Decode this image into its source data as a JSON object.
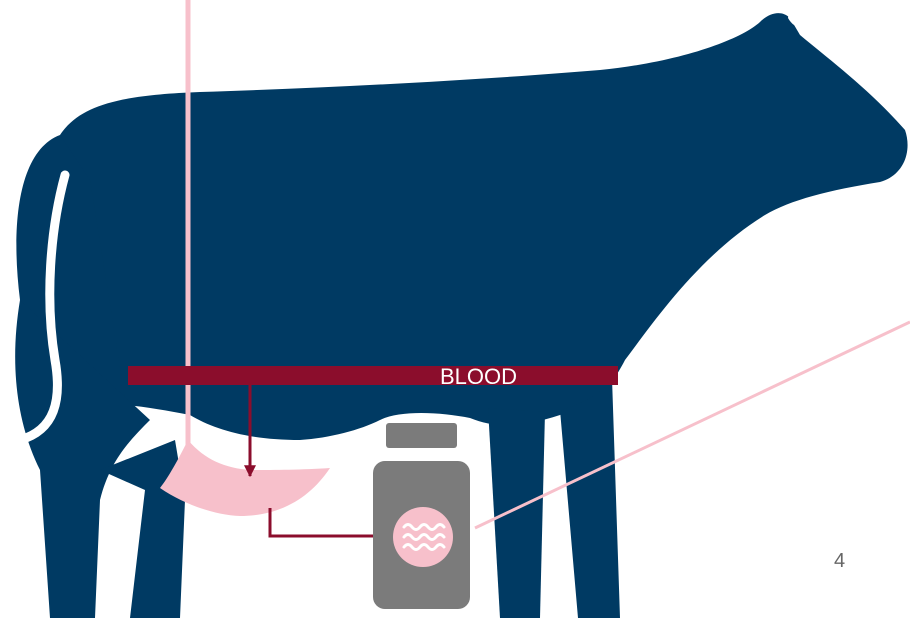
{
  "labels": {
    "blood": "BLOOD",
    "page_number": "4"
  },
  "icons": {
    "animal": "cow-silhouette",
    "udder": "udder-shape",
    "container": "milk-bottle-icon",
    "milk_symbol": "wavy-milk-icon"
  },
  "colors": {
    "cow": "#003a63",
    "blood_bar": "#8b0d2c",
    "arrow": "#8b0d2c",
    "pink": "#f7c0cb",
    "bottle": "#7b7b7b",
    "page_number": "#666666"
  }
}
